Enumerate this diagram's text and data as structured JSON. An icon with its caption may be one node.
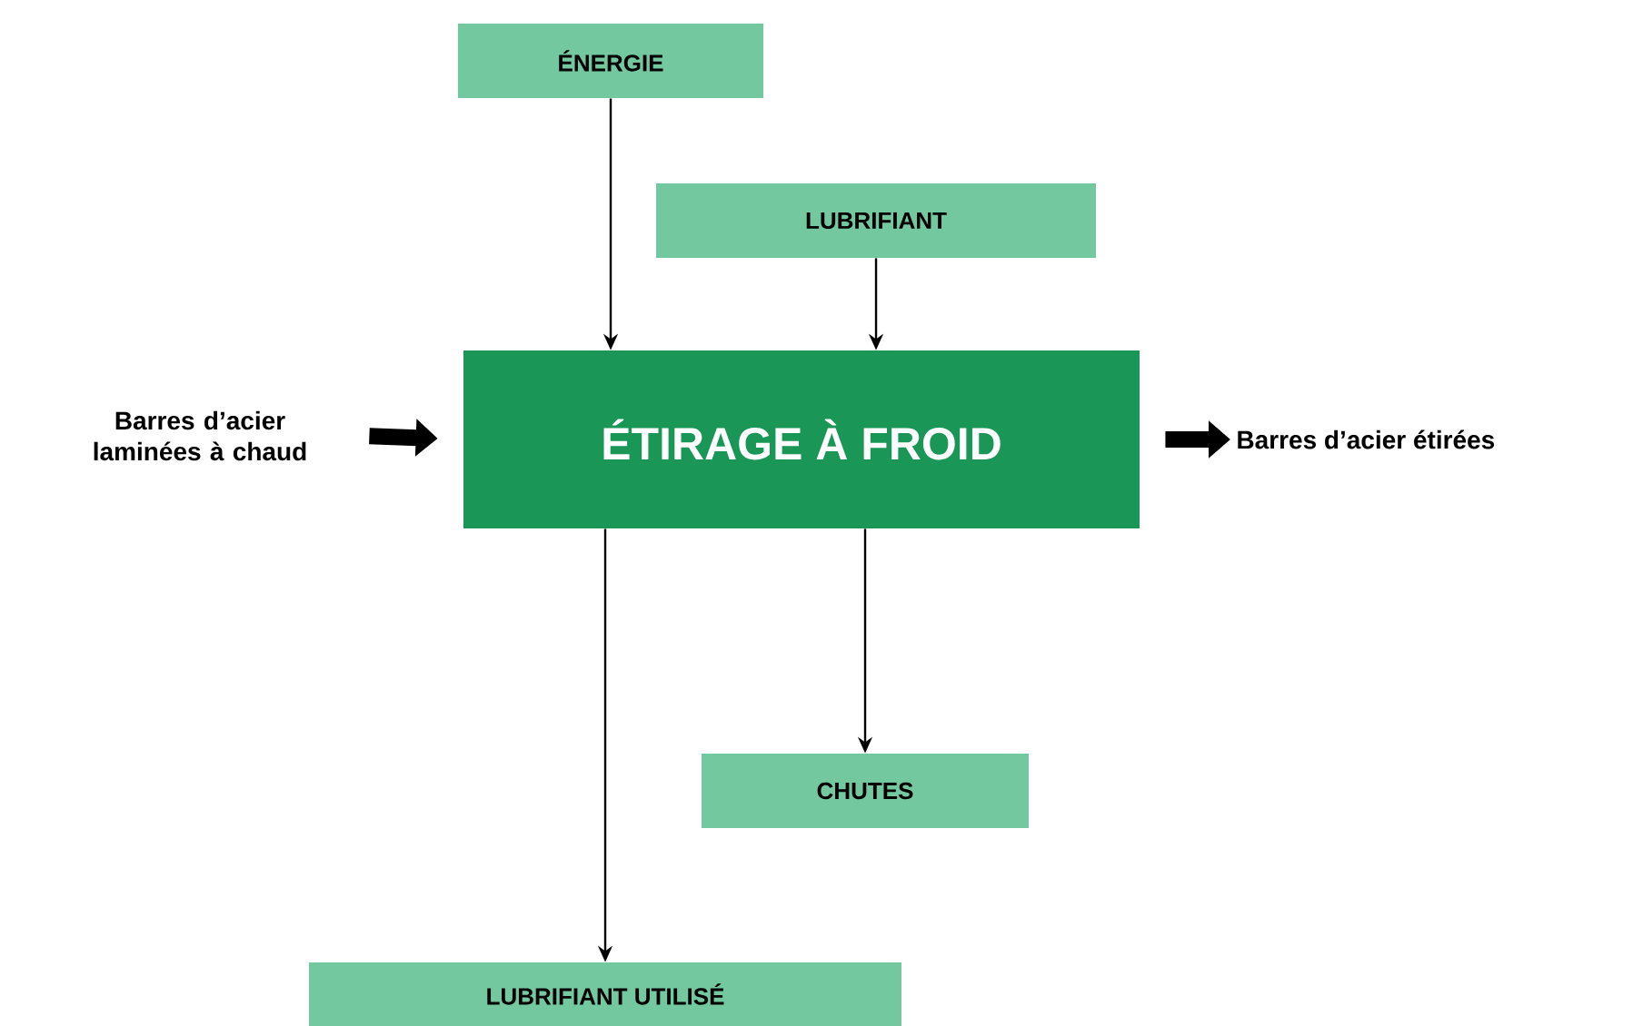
{
  "diagram": {
    "nodes": [
      {
        "text": [
          "ÉNERGIE"
        ]
      },
      {
        "text": [
          "LUBRIFIANT"
        ]
      },
      {
        "text": [
          "ÉTIRAGE À FROID"
        ]
      },
      {
        "text": [
          "Barres d’acier laminées à chaud"
        ]
      },
      {
        "text": [
          "Barres d’acier étirées"
        ]
      },
      {
        "text": [
          "CHUTES"
        ]
      },
      {
        "text": [
          "LUBRIFIANT UTILISÉ"
        ]
      }
    ],
    "edges": [
      {
        "from": 0,
        "to": 2,
        "arrow": "to"
      },
      {
        "from": 1,
        "to": 2,
        "arrow": "to"
      },
      {
        "from": 3,
        "to": 2,
        "arrow": "to",
        "style": "thick"
      },
      {
        "from": 2,
        "to": 4,
        "arrow": "to",
        "style": "thick"
      },
      {
        "from": 2,
        "to": 5,
        "arrow": "to"
      },
      {
        "from": 2,
        "to": 6,
        "arrow": "to"
      }
    ]
  }
}
